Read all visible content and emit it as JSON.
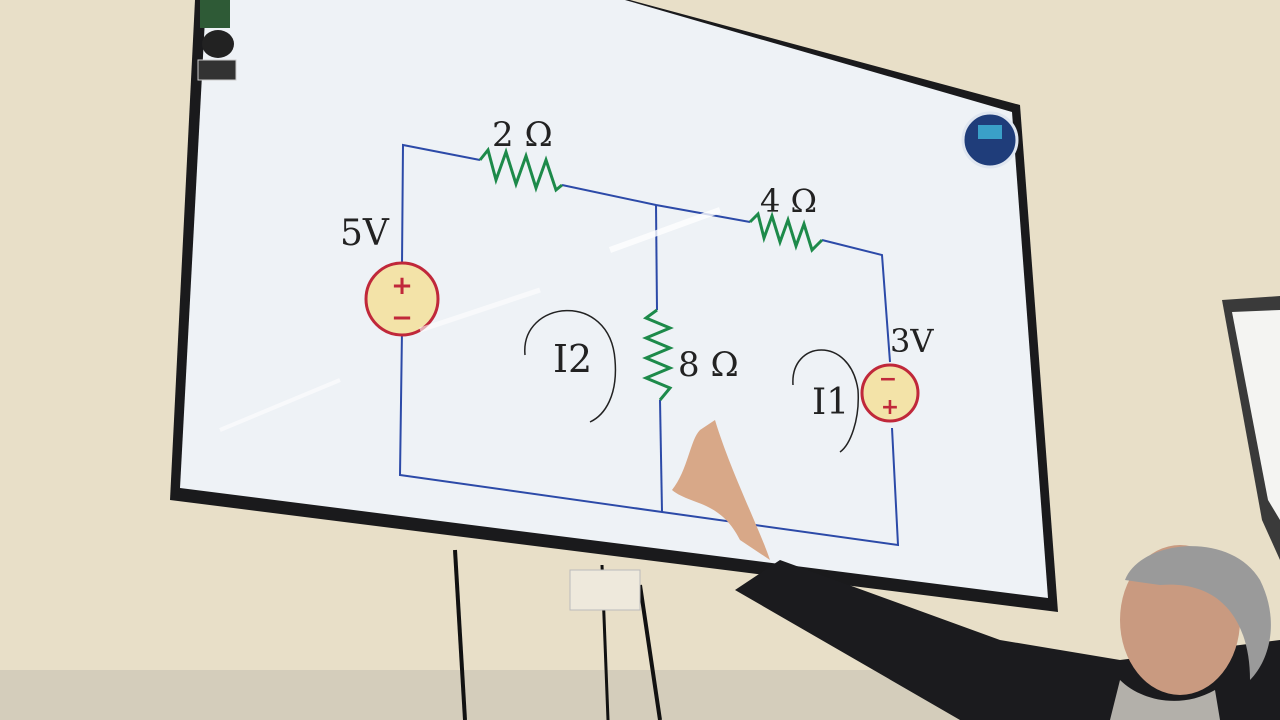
{
  "scene": {
    "wall_color": "#e6dcc4",
    "screen_color": "#eef2f6",
    "wire_color": "#2c4aa8",
    "resistor_color": "#1d8a4a",
    "source_fill": "#f3e3a8",
    "source_stroke": "#c0283a"
  },
  "circuit": {
    "r1_label": "2 Ω",
    "r2_label": "4 Ω",
    "r3_label": "8 Ω",
    "v1_label": "5V",
    "v2_label": "3V",
    "loop_left_label": "I2",
    "loop_right_label": "I1",
    "plus": "+",
    "minus": "−"
  }
}
